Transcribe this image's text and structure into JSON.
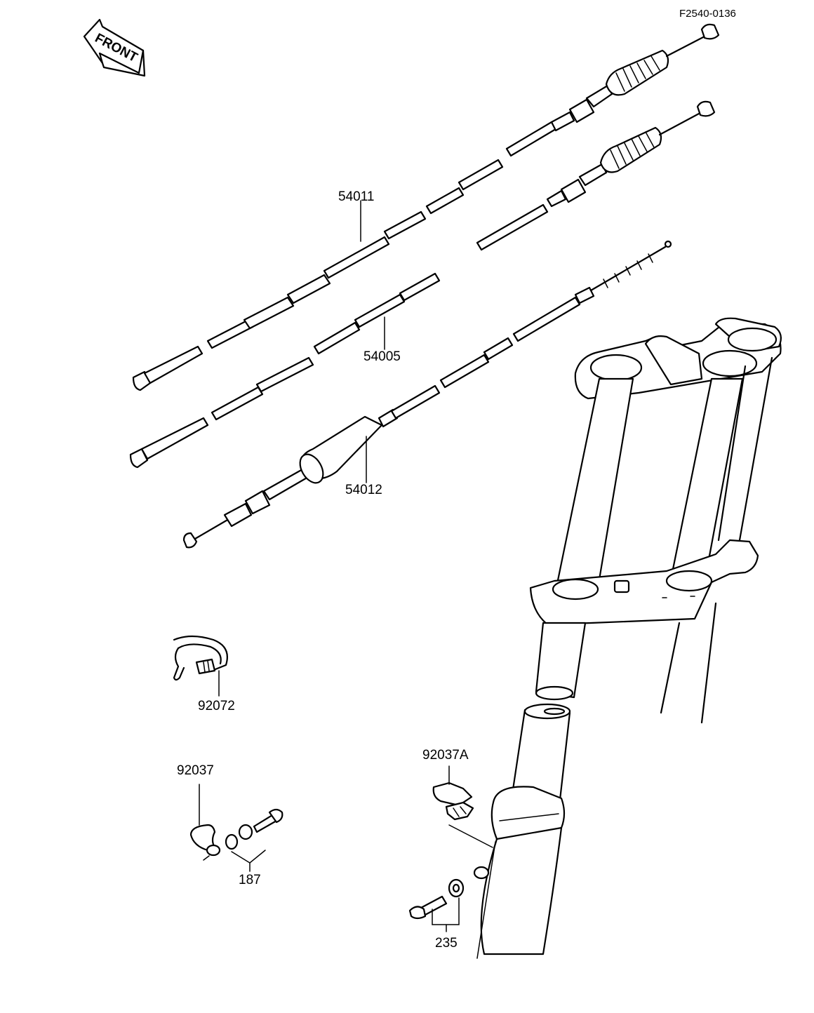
{
  "diagram_code": "F2540-0136",
  "front_label": "FRONT",
  "callouts": [
    {
      "id": "cable-54011",
      "text": "54011"
    },
    {
      "id": "cable-54005",
      "text": "54005"
    },
    {
      "id": "cable-54012",
      "text": "54012"
    },
    {
      "id": "clamp-92072",
      "text": "92072"
    },
    {
      "id": "clamp-92037",
      "text": "92037"
    },
    {
      "id": "bolt-187",
      "text": "187"
    },
    {
      "id": "clamp-92037a",
      "text": "92037A"
    },
    {
      "id": "bolt-235",
      "text": "235"
    }
  ]
}
